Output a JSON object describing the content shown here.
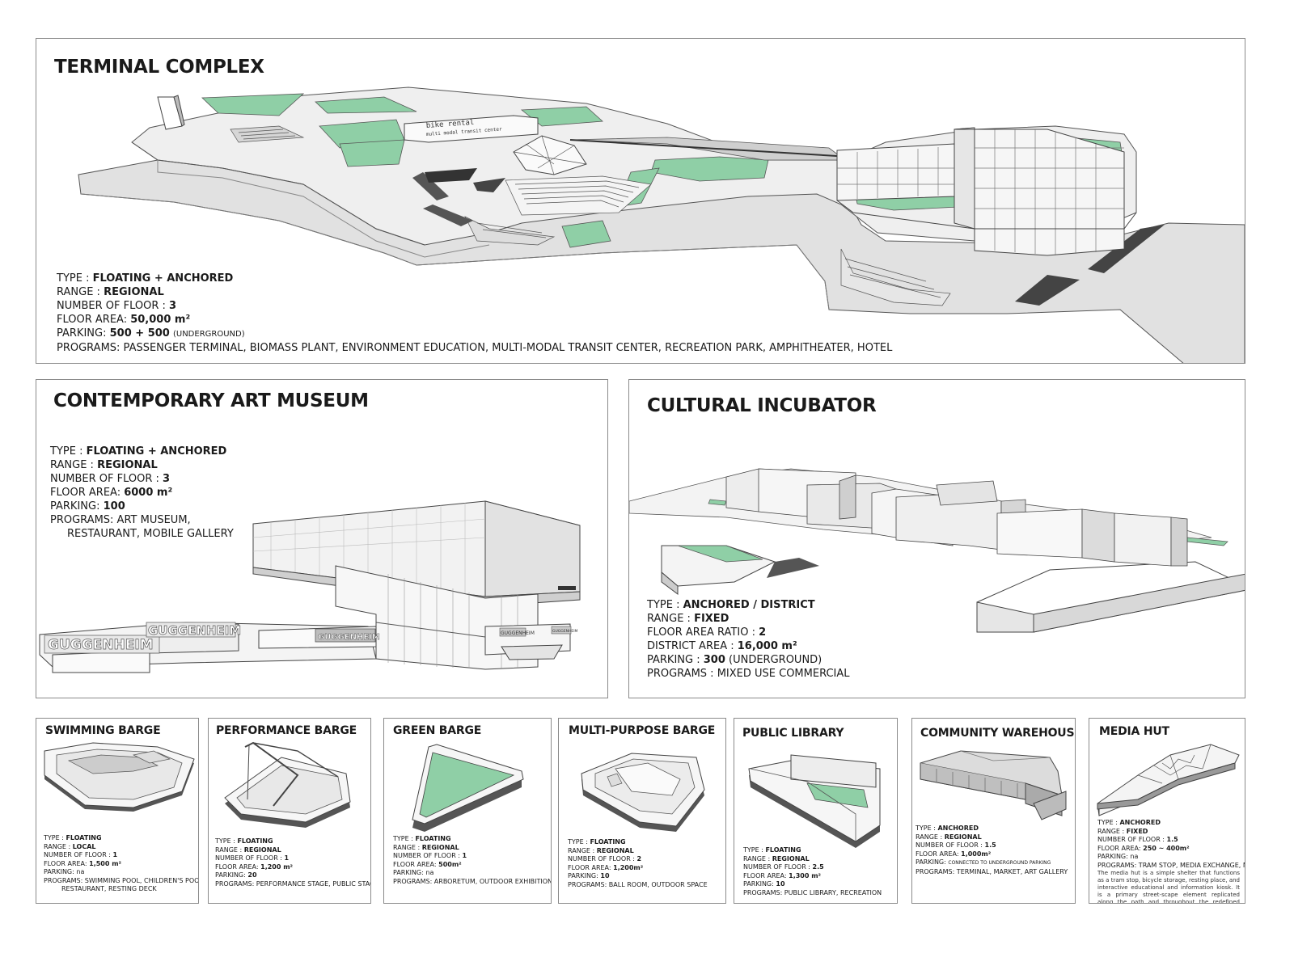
{
  "terminal": {
    "title": "TERMINAL COMPLEX",
    "signage": {
      "line1": "bike rental",
      "line2": "multi modal transit center"
    },
    "specs": {
      "type_label": "TYPE : ",
      "type_value": "FLOATING + ANCHORED",
      "range_label": "RANGE : ",
      "range_value": "REGIONAL",
      "floors_label": "NUMBER OF FLOOR : ",
      "floors_value": "3",
      "area_label": "FLOOR AREA: ",
      "area_value": "50,000 m²",
      "parking_label": "PARKING: ",
      "parking_value": "500 + 500",
      "parking_note": "(UNDERGROUND)",
      "programs": "PROGRAMS: PASSENGER TERMINAL, BIOMASS PLANT, ENVIRONMENT EDUCATION, MULTI-MODAL TRANSIT CENTER, RECREATION PARK, AMPHITHEATER, HOTEL"
    }
  },
  "museum": {
    "title": "CONTEMPORARY ART MUSEUM",
    "signage": {
      "sign1": "GUGGENHEIM",
      "sign2": "GUGGENHEIM",
      "sign3": "GUGGENHEIM",
      "sign4": "GUGGENHEIM",
      "sign5": "GUGGENHEIM"
    },
    "specs": {
      "type_label": "TYPE : ",
      "type_value": "FLOATING + ANCHORED",
      "range_label": "RANGE : ",
      "range_value": "REGIONAL",
      "floors_label": "NUMBER OF FLOOR : ",
      "floors_value": "3",
      "area_label": "FLOOR AREA: ",
      "area_value": "6000 m²",
      "parking_label": "PARKING: ",
      "parking_value": "100",
      "programs1": "PROGRAMS: ART MUSEUM,",
      "programs2": "RESTAURANT, MOBILE GALLERY"
    }
  },
  "incubator": {
    "title": "CULTURAL INCUBATOR",
    "specs": {
      "type_label": "TYPE : ",
      "type_value": "ANCHORED / DISTRICT",
      "range_label": "RANGE : ",
      "range_value": "FIXED",
      "far_label": "FLOOR AREA RATIO : ",
      "far_value": "2",
      "district_label": "DISTRICT AREA :  ",
      "district_value": "16,000 m²",
      "parking_label": "PARKING : ",
      "parking_value": "300",
      "parking_note": " (UNDERGROUND)",
      "programs": "PROGRAMS : MIXED USE COMMERCIAL"
    }
  },
  "barges": [
    {
      "title": "SWIMMING BARGE",
      "type": "FLOATING",
      "range": "LOCAL",
      "floors": "1",
      "area": "1,500 m²",
      "parking": "na",
      "programs1": "PROGRAMS: SWIMMING POOL, CHILDREN'S POOL,",
      "programs2": "RESTAURANT, RESTING DECK"
    },
    {
      "title": "PERFORMANCE BARGE",
      "type": "FLOATING",
      "range": "REGIONAL",
      "floors": "1",
      "area": "1,200 m²",
      "parking": "20",
      "programs1": "PROGRAMS: PERFORMANCE STAGE, PUBLIC STAGE"
    },
    {
      "title": "GREEN BARGE",
      "type": "FLOATING",
      "range": "REGIONAL",
      "floors": "1",
      "area": "500m²",
      "parking": "na",
      "programs1": "PROGRAMS: ARBORETUM, OUTDOOR EXHIBITION"
    },
    {
      "title": "MULTI-PURPOSE BARGE",
      "type": "FLOATING",
      "range": "REGIONAL",
      "floors": "2",
      "area": "1,200m²",
      "parking": "10",
      "programs1": "PROGRAMS: BALL ROOM, OUTDOOR SPACE"
    },
    {
      "title": "PUBLIC LIBRARY",
      "type": "FLOATING",
      "range": "REGIONAL",
      "floors": "2.5",
      "area": "1,300 m²",
      "parking": "10",
      "programs1": "PROGRAMS: PUBLIC LIBRARY, RECREATION"
    },
    {
      "title": "COMMUNITY WAREHOUSE",
      "type": "ANCHORED",
      "range": "REGIONAL",
      "floors": "1.5",
      "area": "1,000m²",
      "parking": "CONNECTED TO UNDERGROUND PARKING",
      "programs1": "PROGRAMS:  TERMINAL, MARKET, ART GALLERY"
    },
    {
      "title": "MEDIA HUT",
      "type": "ANCHORED",
      "range": "FIXED",
      "floors": "1.5",
      "area": "250 ~ 400m²",
      "parking": "na",
      "programs1": "PROGRAMS: TRAM STOP, MEDIA EXCHANGE, NAP",
      "description": "The media hut is a simple shelter that functions as a tram stop, bicycle storage, resting place, and interactive educational and information kiosk.  It is a primary street-scape element replicated along the path  and throughout the redefined landscape of the harbour."
    }
  ],
  "labels": {
    "type": "TYPE : ",
    "range": "RANGE : ",
    "floors": "NUMBER OF FLOOR : ",
    "area": "FLOOR AREA: ",
    "parking": "PARKING: "
  }
}
